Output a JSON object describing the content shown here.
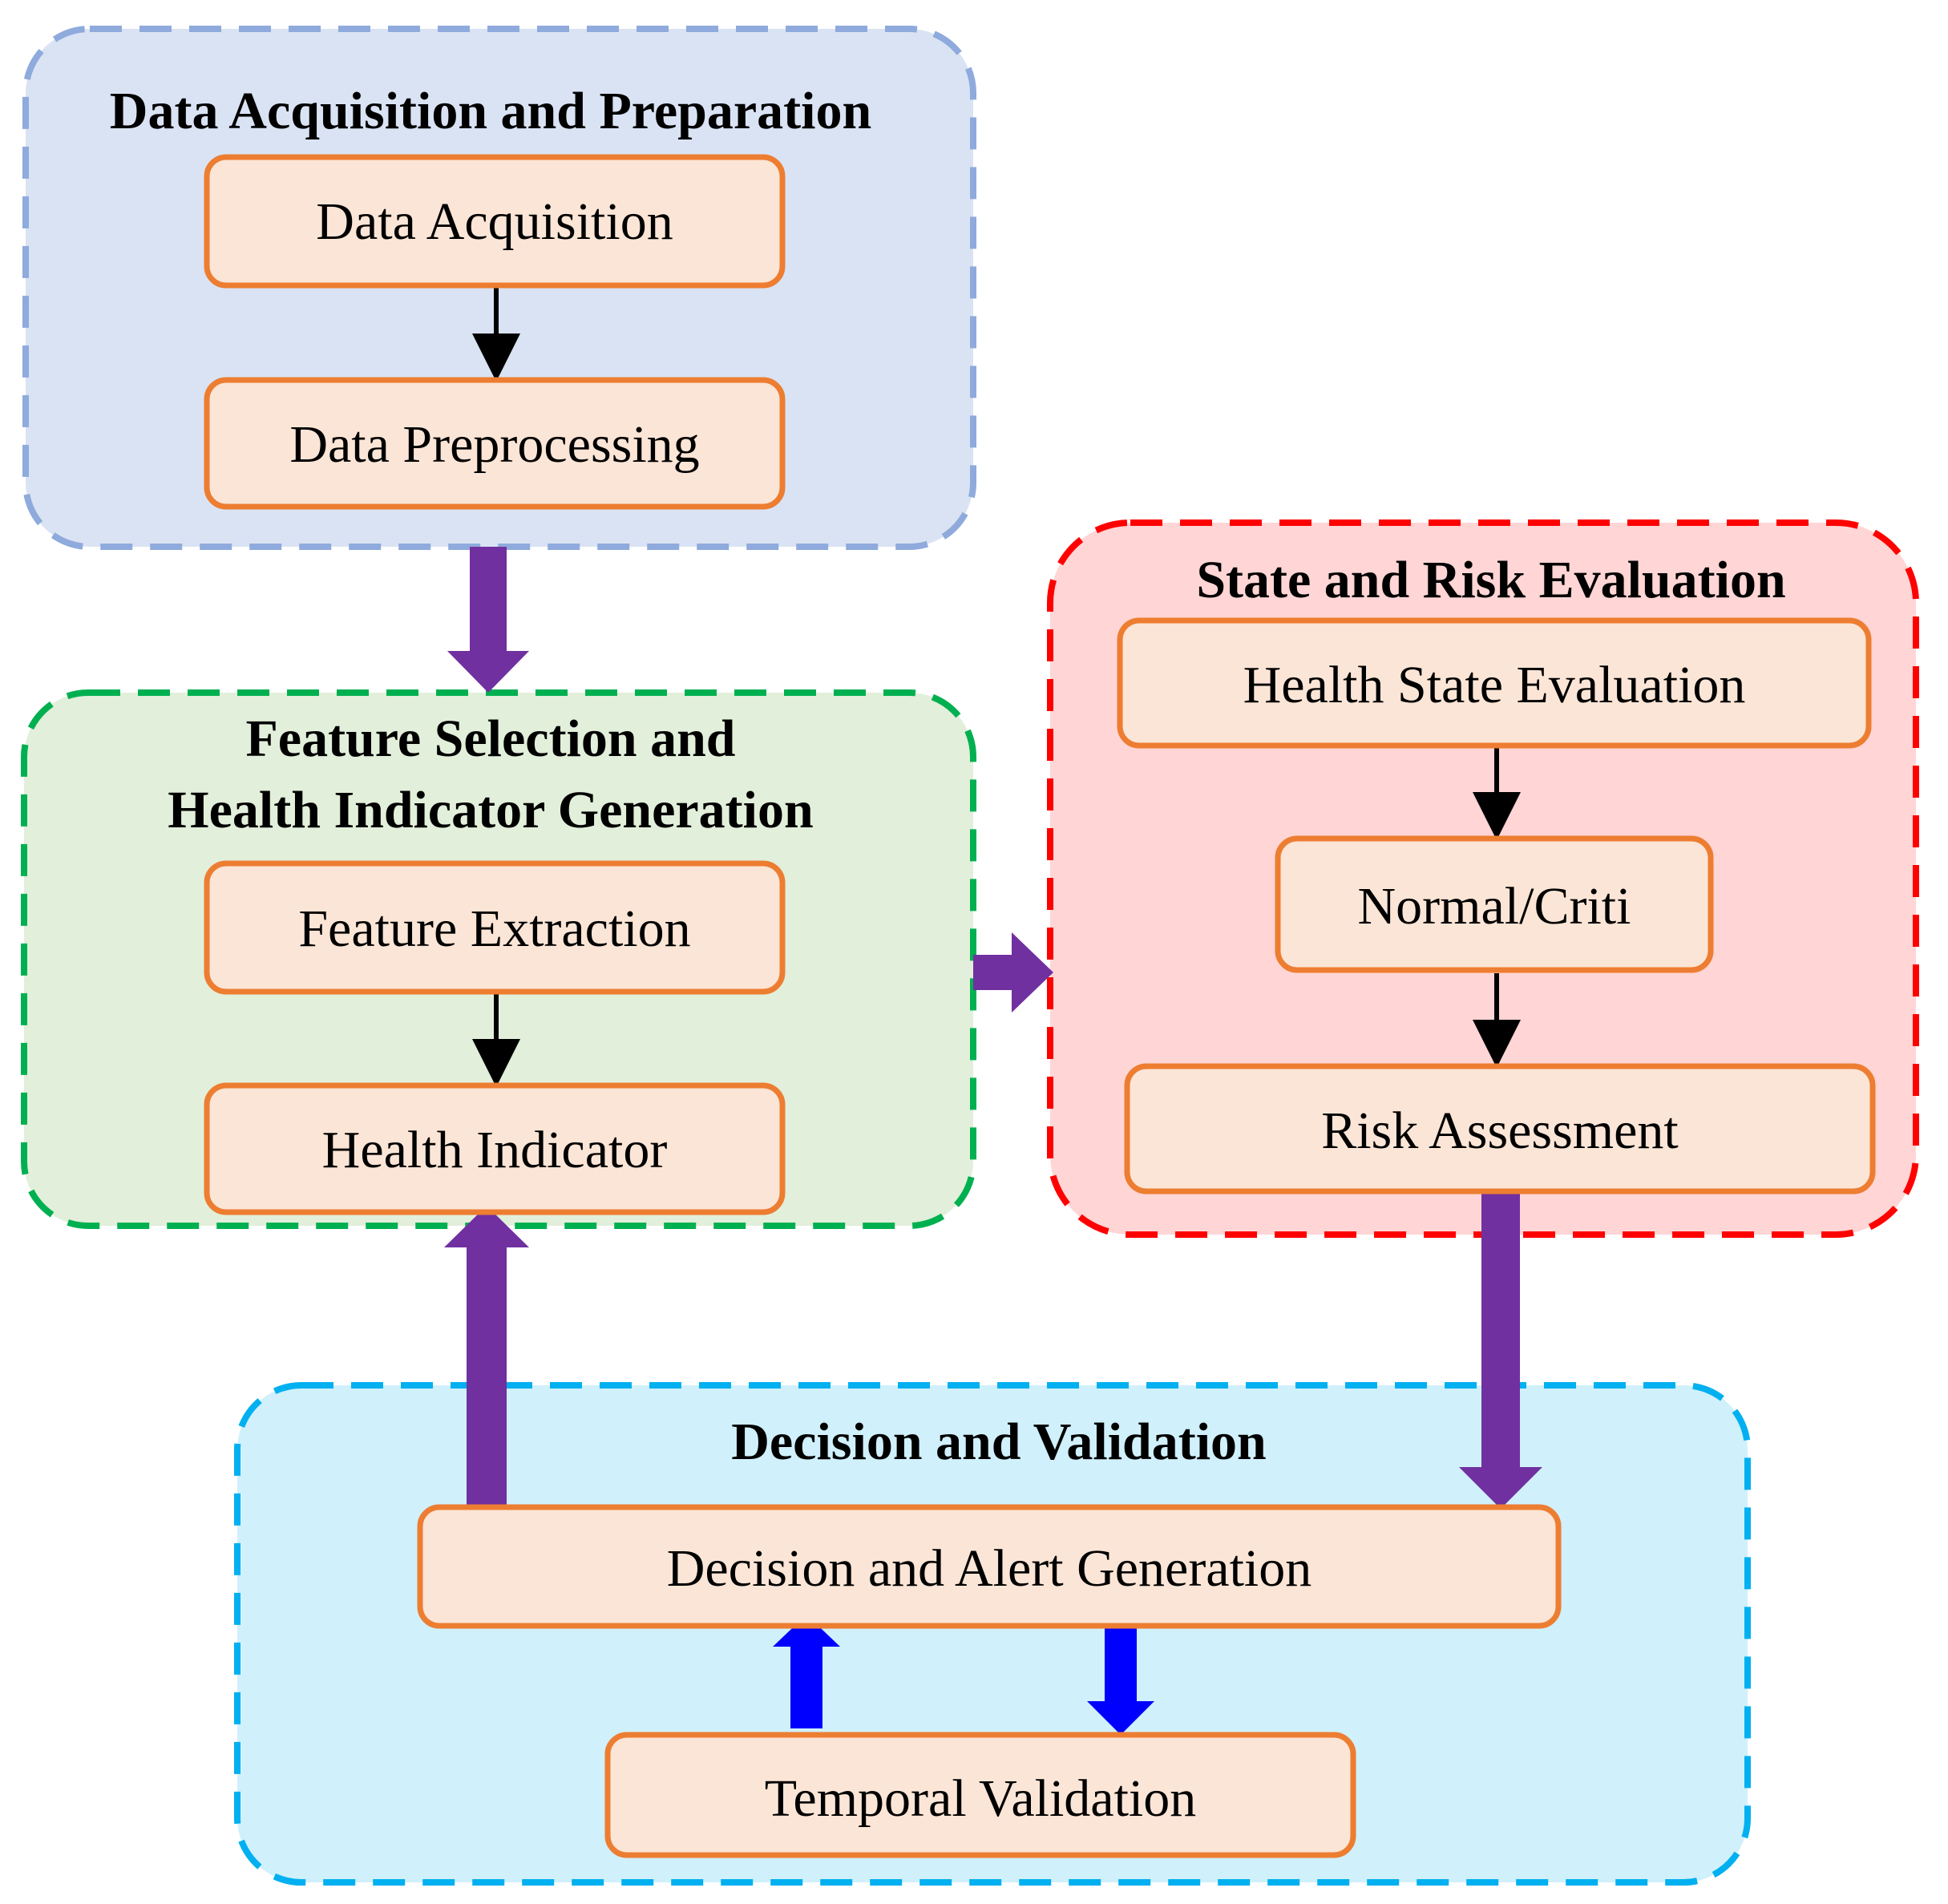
{
  "colors": {
    "group_data_fill": "#dae3f3",
    "group_data_border": "#8faadc",
    "group_feature_fill": "#e2efda",
    "group_feature_border": "#00b050",
    "group_state_fill": "#ffd5d5",
    "group_state_border": "#ff0000",
    "group_decision_fill": "#d0f0fb",
    "group_decision_border": "#00b0f0",
    "node_fill": "#fbe5d6",
    "node_border": "#ed7d31",
    "arrow_purple": "#7030a0",
    "arrow_blue": "#0000ff",
    "arrow_black": "#000000"
  },
  "groups": {
    "data": {
      "title": "Data Acquisition and Preparation"
    },
    "feature": {
      "title_line1": "Feature Selection and",
      "title_line2": "Health Indicator Generation"
    },
    "state": {
      "title": "State and Risk Evaluation"
    },
    "decision": {
      "title": "Decision and Validation"
    }
  },
  "nodes": {
    "data_acquisition": "Data Acquisition",
    "data_preprocessing": "Data Preprocessing",
    "feature_extraction": "Feature Extraction",
    "health_indicator": "Health Indicator",
    "health_state_evaluation": "Health State Evaluation",
    "normal_criti": "Normal/Criti",
    "risk_assessment": "Risk Assessment",
    "decision_alert_generation": "Decision and Alert Generation",
    "temporal_validation": "Temporal Validation"
  }
}
